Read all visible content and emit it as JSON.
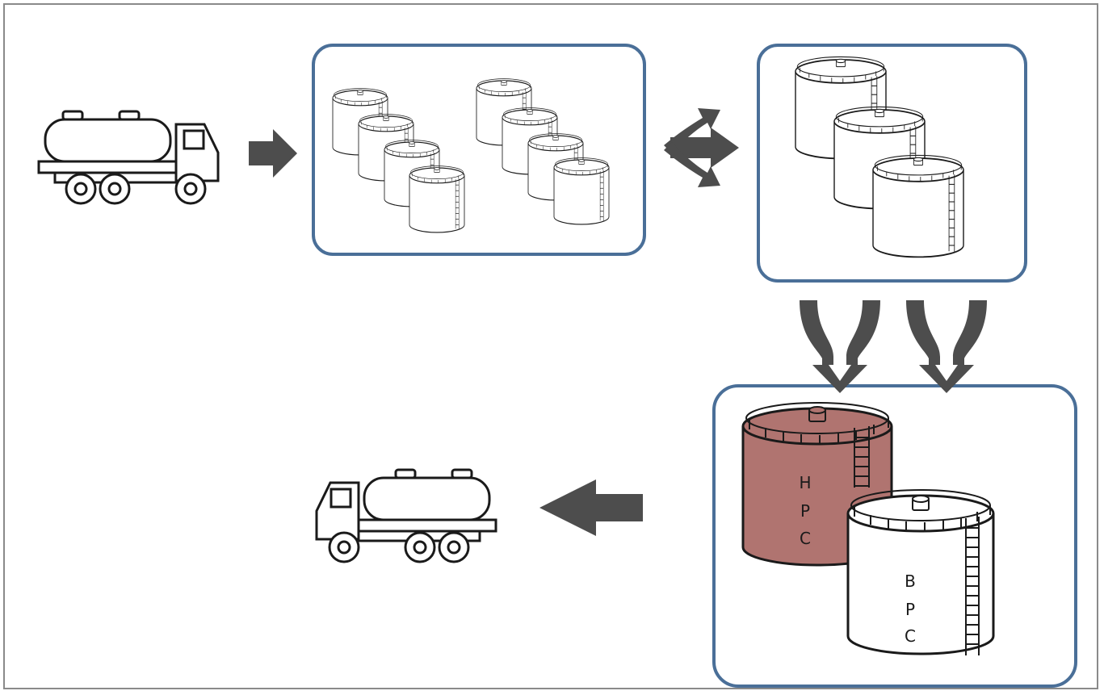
{
  "colors": {
    "box_border": "#4a6f98",
    "arrow": "#4d4d4d",
    "line": "#1a1a1a",
    "hpc_fill": "#b07470",
    "frame": "#8a8a8a"
  },
  "labels": {
    "hpc": [
      "H",
      "P",
      "C"
    ],
    "bpc": [
      "B",
      "P",
      "C"
    ]
  },
  "icons": {
    "truck_in": "tanker-truck-icon",
    "truck_out": "tanker-truck-icon",
    "small_tanks": "storage-tank-icon",
    "medium_tanks": "storage-tank-icon",
    "final_tanks": "storage-tank-icon"
  }
}
